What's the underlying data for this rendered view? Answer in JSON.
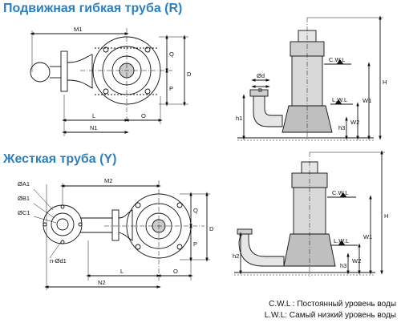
{
  "titles": {
    "top": "Подвижная гибкая труба (R)",
    "bottom": "Жесткая труба (Y)"
  },
  "labels": {
    "M1": "M1",
    "Q": "Q",
    "D": "D",
    "P": "P",
    "L": "L",
    "O": "O",
    "N1": "N1",
    "phi_d": "Ød",
    "B": "B",
    "h1": "h1",
    "CWL": "C.W.L",
    "LWL": "L.W.L",
    "H": "H",
    "W1": "W1",
    "W2": "W2",
    "h3": "h3",
    "phiA1": "ØA1",
    "phiB1": "ØB1",
    "phiC1": "ØC1",
    "n_phi_d1": "n-Ød1",
    "M2": "M2",
    "N2": "N2",
    "h2": "h2"
  },
  "legend": {
    "cwl": "C.W.L : Постоянный уровень воды",
    "lwl": "L.W.L: Самый низкий уровень воды"
  },
  "colors": {
    "title": "#2e7fbd",
    "line": "#111111",
    "pump_fill": "#d9d9d9"
  }
}
